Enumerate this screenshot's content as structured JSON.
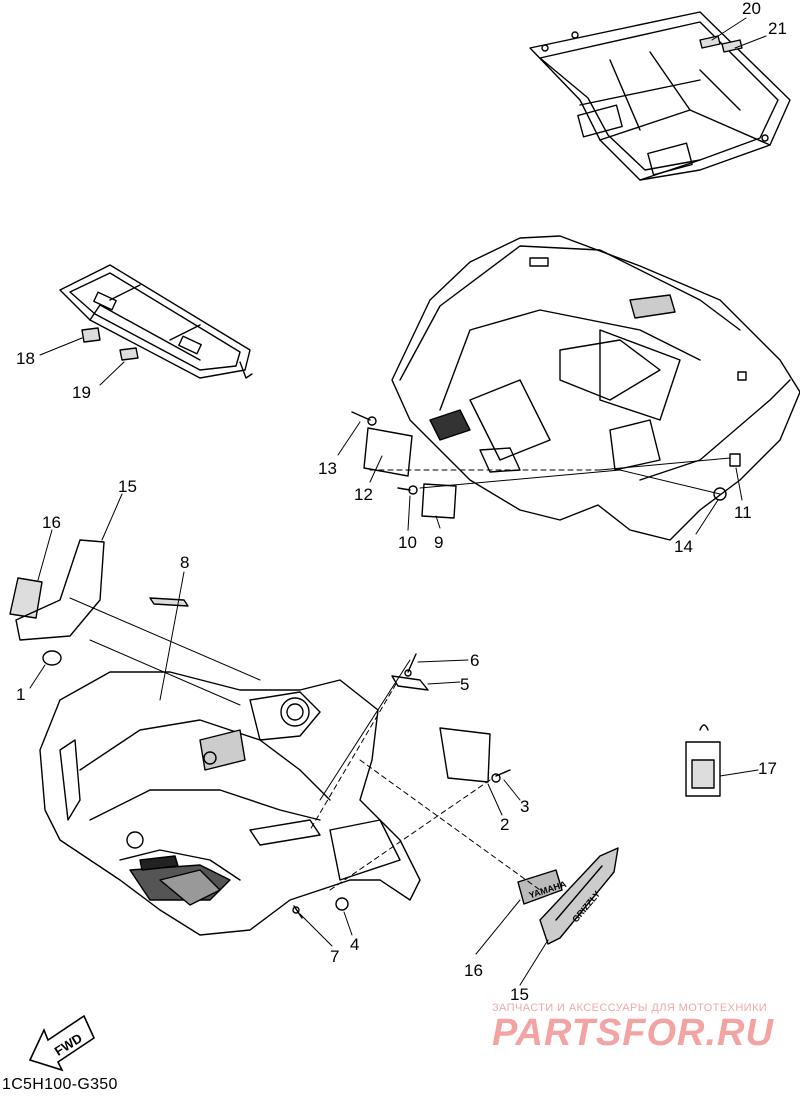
{
  "diagram": {
    "part_code": "1C5H100-G350",
    "direction_marker": "FWD",
    "callouts": [
      {
        "id": "c1",
        "label": "1"
      },
      {
        "id": "c2",
        "label": "2"
      },
      {
        "id": "c3",
        "label": "3"
      },
      {
        "id": "c4",
        "label": "4"
      },
      {
        "id": "c5",
        "label": "5"
      },
      {
        "id": "c6",
        "label": "6"
      },
      {
        "id": "c7",
        "label": "7"
      },
      {
        "id": "c8",
        "label": "8"
      },
      {
        "id": "c9",
        "label": "9"
      },
      {
        "id": "c10",
        "label": "10"
      },
      {
        "id": "c11",
        "label": "11"
      },
      {
        "id": "c12",
        "label": "12"
      },
      {
        "id": "c13",
        "label": "13"
      },
      {
        "id": "c14",
        "label": "14"
      },
      {
        "id": "c15a",
        "label": "15"
      },
      {
        "id": "c16a",
        "label": "16"
      },
      {
        "id": "c17",
        "label": "17"
      },
      {
        "id": "c18",
        "label": "18"
      },
      {
        "id": "c19",
        "label": "19"
      },
      {
        "id": "c20",
        "label": "20"
      },
      {
        "id": "c21",
        "label": "21"
      },
      {
        "id": "c15b",
        "label": "15"
      },
      {
        "id": "c16b",
        "label": "16"
      }
    ],
    "decals": {
      "brand_label": "YAMAHA",
      "model_emblem": "GRIZZLY"
    }
  },
  "watermark": {
    "tagline": "ЗАПЧАСТИ И АКСЕССУАРЫ ДЛЯ МОТОТЕХНИКИ",
    "brand": "PARTSFOR.RU",
    "color": "#f4a3a3"
  }
}
